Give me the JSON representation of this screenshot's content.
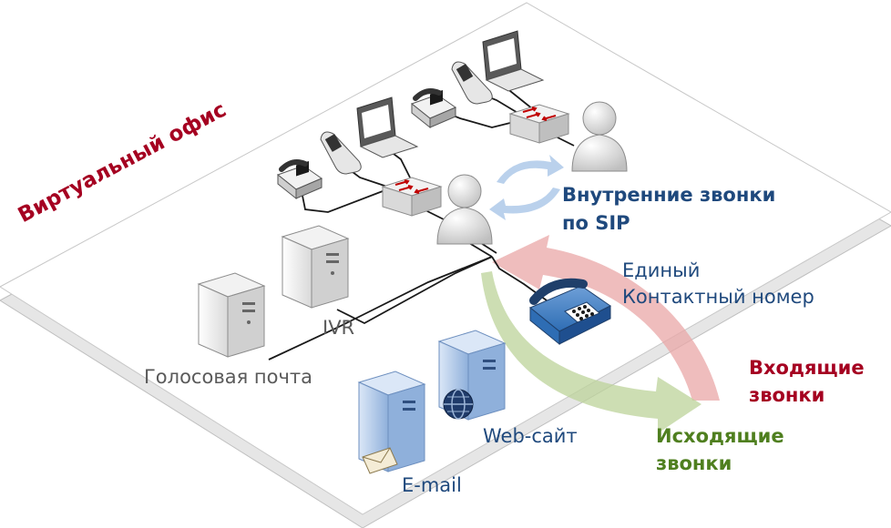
{
  "office_title": "Виртуальный офис",
  "labels": {
    "internal_calls_line1": "Внутренние звонки",
    "internal_calls_line2": "по SIP",
    "single_number_line1": "Единый",
    "single_number_line2": "Контактный номер",
    "incoming_line1": "Входящие",
    "incoming_line2": "звонки",
    "outgoing_line1": "Исходящие",
    "outgoing_line2": "звонки",
    "ivr": "IVR",
    "voicemail": "Голосовая почта",
    "website": "Web-сайт",
    "email": "E-mail"
  },
  "colors": {
    "office_title": "#a50021",
    "internal_calls": "#1f497d",
    "incoming": "#a50021",
    "outgoing": "#4f7f1f",
    "incoming_arrow": "#e9a7a7",
    "outgoing_arrow": "#bcd39a",
    "sip_arrows": "#a9c6e8"
  }
}
